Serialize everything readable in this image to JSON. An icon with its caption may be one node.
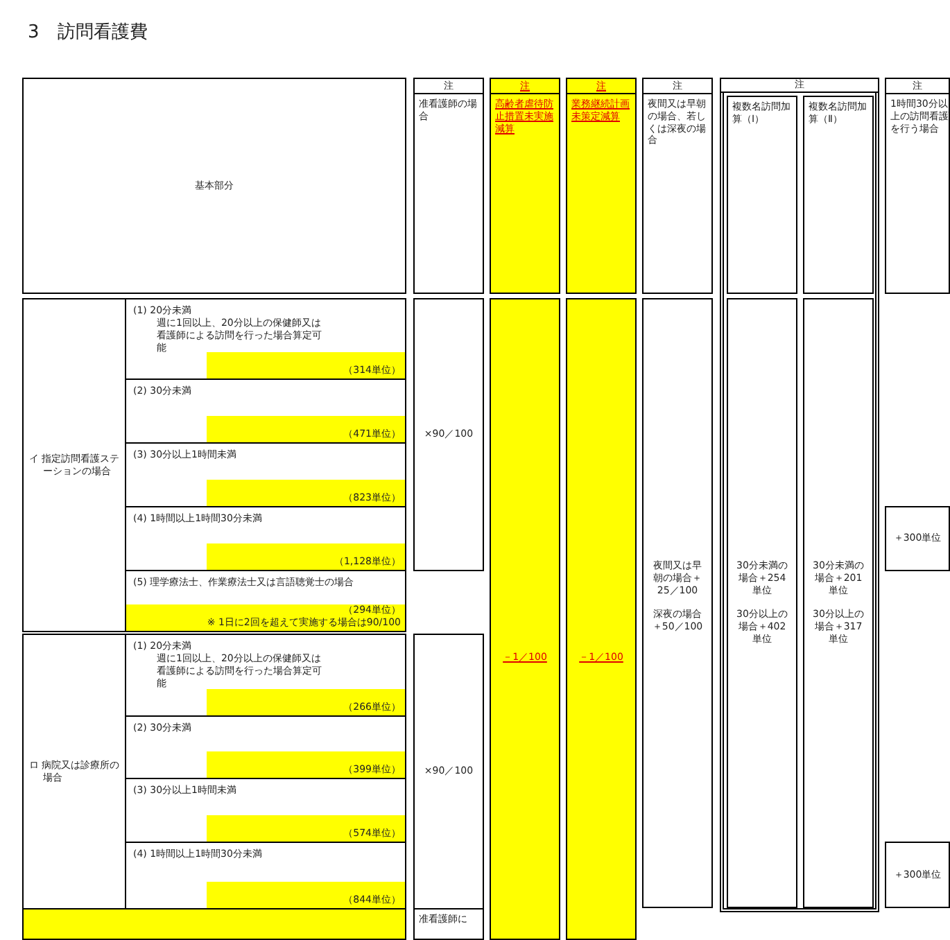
{
  "diagram": {
    "title": "3　訪問看護費",
    "nodes": [
      {
        "text": [
          "基本部分"
        ]
      },
      {
        "text": [
          "注"
        ]
      },
      {
        "text": [
          "准看護師の場合"
        ]
      },
      {
        "text": [
          "注"
        ]
      },
      {
        "text": [
          "高齢者虐待防止措置未実施減算"
        ]
      },
      {
        "text": [
          "注"
        ]
      },
      {
        "text": [
          "業務継続計画未策定減算"
        ]
      },
      {
        "text": [
          "注"
        ]
      },
      {
        "text": [
          "夜間又は早朝の場合、若しくは深夜の場合"
        ]
      },
      {
        "text": [],
        "shape": "box"
      },
      {
        "text": [
          "注"
        ],
        "in": 9
      },
      {
        "text": [
          "複数名訪問加算（Ⅰ）"
        ],
        "in": 9
      },
      {
        "text": [
          "複数名訪問加算（Ⅱ）"
        ],
        "in": 9
      },
      {
        "text": [
          "注"
        ]
      },
      {
        "text": [
          "1時間30分以上の訪問看護を行う場合"
        ]
      },
      {
        "text": [
          "イ 指定訪問看護ステーションの場合"
        ]
      },
      {
        "text": [
          "(1) 20分未満",
          "週に1回以上、20分以上の保健師又は看護師による訪問を行った場合算定可能",
          "（314単位）"
        ]
      },
      {
        "text": [
          "(2) 30分未満",
          "（471単位）"
        ]
      },
      {
        "text": [
          "(3) 30分以上1時間未満",
          "（823単位）"
        ]
      },
      {
        "text": [
          "(4) 1時間以上1時間30分未満",
          "（1,128単位）"
        ]
      },
      {
        "text": [
          "(5) 理学療法士、作業療法士又は言語聴覚士の場合",
          "（294単位）",
          "※ 1日に2回を超えて実施する場合は90/100"
        ]
      },
      {
        "text": [
          "×90／100"
        ]
      },
      {
        "text": [
          "－1／100"
        ]
      },
      {
        "text": [
          "－1／100"
        ]
      },
      {
        "text": [
          "夜間又は早朝の場合＋25／100",
          "深夜の場合＋50／100"
        ]
      },
      {
        "text": [
          "30分未満の場合＋254単位",
          "30分以上の場合＋402単位"
        ],
        "in": 9
      },
      {
        "text": [
          "30分未満の場合＋201単位",
          "30分以上の場合＋317単位"
        ],
        "in": 9
      },
      {
        "text": [
          "＋300単位"
        ]
      },
      {
        "text": [
          "ロ 病院又は診療所の場合"
        ]
      },
      {
        "text": [
          "(1) 20分未満",
          "週に1回以上、20分以上の保健師又は看護師による訪問を行った場合算定可能",
          "（266単位）"
        ]
      },
      {
        "text": [
          "(2) 30分未満",
          "（399単位）"
        ]
      },
      {
        "text": [
          "(3) 30分以上1時間未満",
          "（574単位）"
        ]
      },
      {
        "text": [
          "(4) 1時間以上1時間30分未満",
          "（844単位）"
        ]
      },
      {
        "text": [
          "×90／100"
        ]
      },
      {
        "text": [
          "＋300単位"
        ]
      },
      {
        "text": [],
        "shape": "box"
      },
      {
        "text": [
          "准看護師に"
        ]
      }
    ]
  }
}
